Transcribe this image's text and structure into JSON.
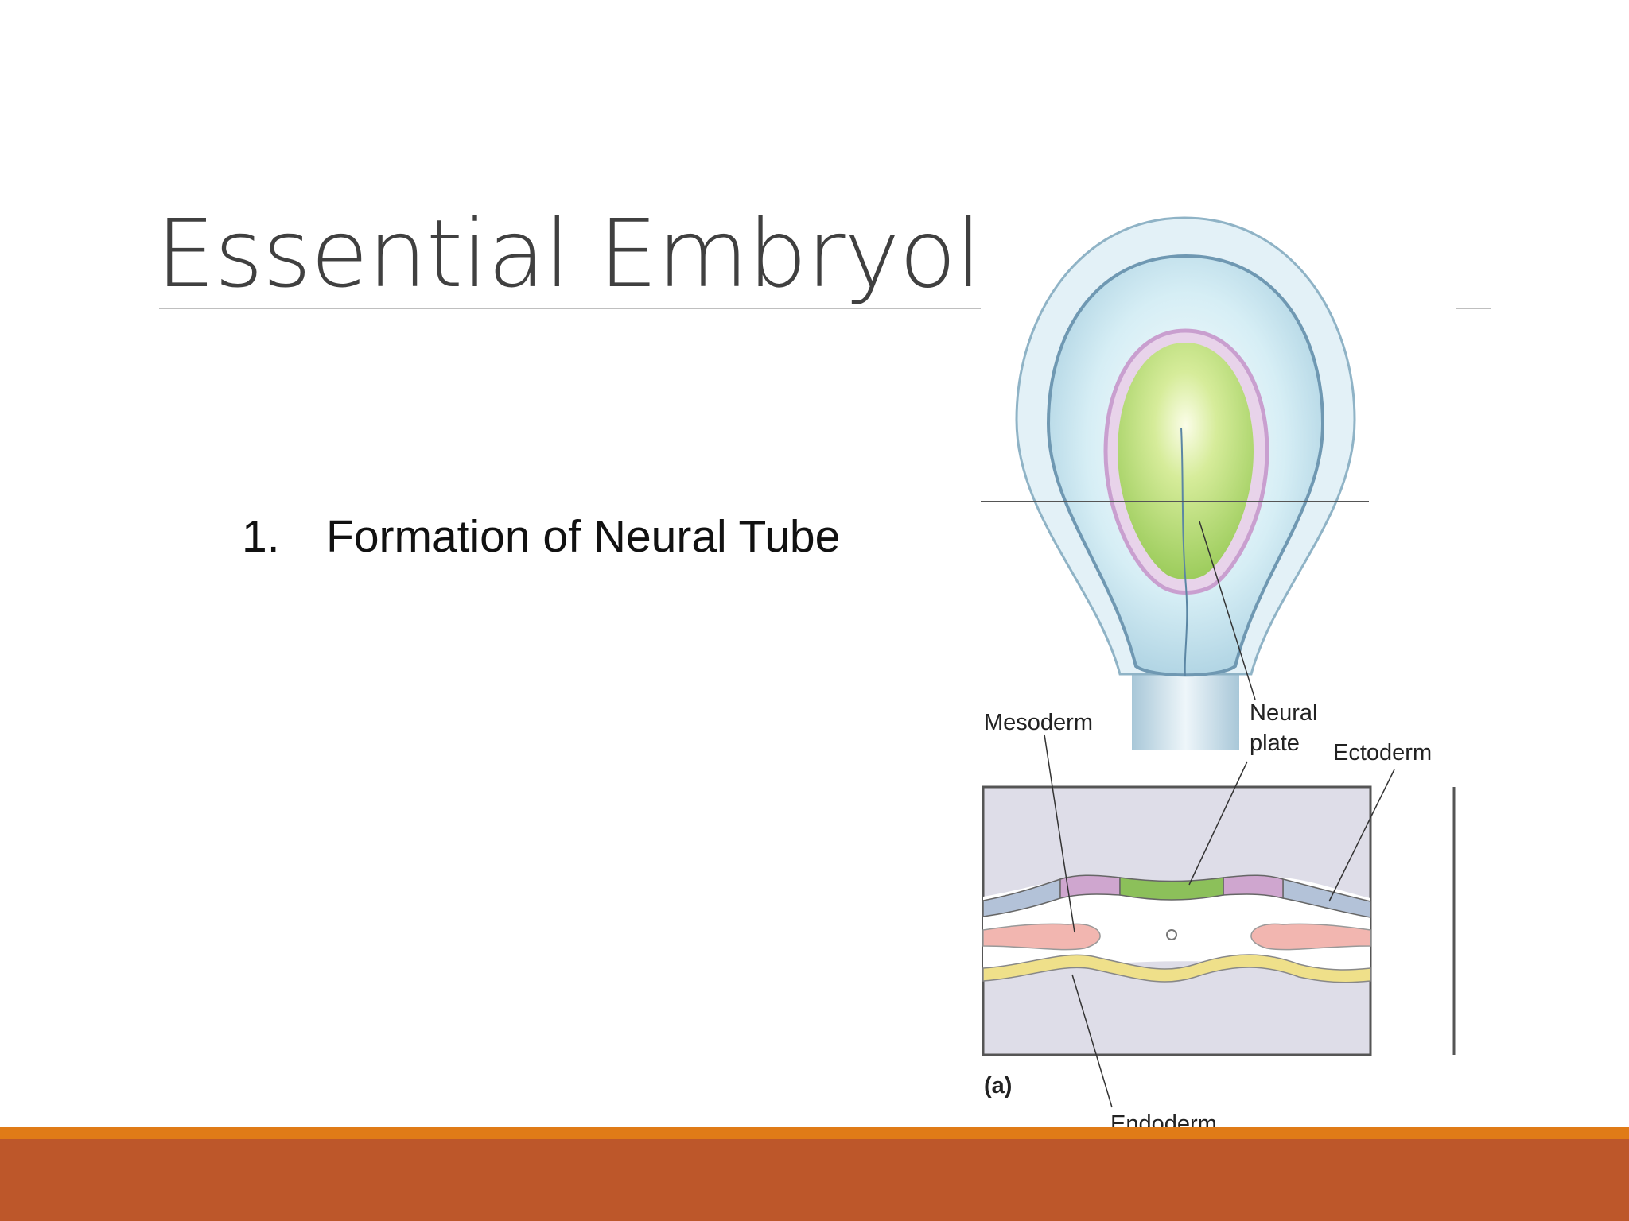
{
  "slide": {
    "title": "Essential Embryology",
    "bullets": [
      {
        "number": "1.",
        "text": "Formation of Neural Tube"
      }
    ]
  },
  "figure": {
    "labels": {
      "mesoderm": "Mesoderm",
      "neural_plate_line1": "Neural",
      "neural_plate_line2": "plate",
      "ectoderm": "Ectoderm",
      "endoderm": "Endoderm",
      "panel": "(a)"
    }
  },
  "colors": {
    "footer_bar": "#bd572a",
    "footer_accent": "#e07b17",
    "title_text": "#404040",
    "neural_plate": "#8cc05a",
    "mesoderm": "#f2b6b0",
    "ectoderm": "#b3c2d8",
    "endoderm": "#efe08a",
    "neural_fold": "#cfa6cf"
  }
}
